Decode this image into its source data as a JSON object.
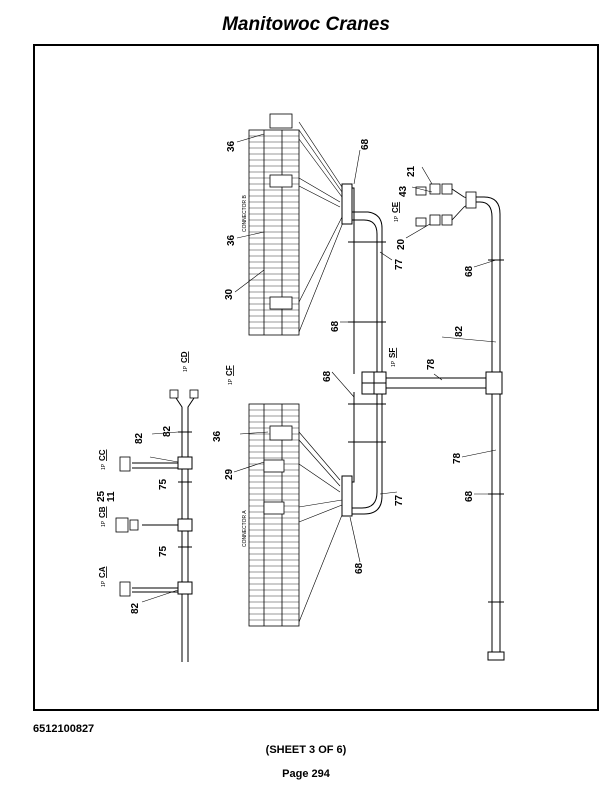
{
  "header": {
    "title": "Manitowoc Cranes"
  },
  "footer": {
    "document_number": "6512100827",
    "sheet": "(SHEET 3 OF 6)",
    "page": "Page 294"
  },
  "diagram": {
    "connectors": {
      "b": "CONNECTOR B",
      "a": "CONNECTOR A"
    },
    "tags": {
      "ca": {
        "prefix": "1P",
        "id": "CA"
      },
      "cb": {
        "prefix": "1P",
        "id": "CB"
      },
      "cc": {
        "prefix": "1P",
        "id": "CC"
      },
      "cd": {
        "prefix": "1P",
        "id": "CD"
      },
      "cf": {
        "prefix": "1P",
        "id": "CF"
      },
      "ce": {
        "prefix": "1P",
        "id": "CE"
      },
      "sf": {
        "prefix": "1P",
        "id": "SF"
      }
    },
    "callouts": {
      "c36_top": "36",
      "c36_mid": "36",
      "c36_low": "36",
      "c30": "30",
      "c29": "29",
      "c68_top": "68",
      "c68_mid": "68",
      "c68_center": "68",
      "c68_bottom": "68",
      "c68_right": "68",
      "c68_right_low": "68",
      "c21": "21",
      "c43": "43",
      "c20": "20",
      "c77_top": "77",
      "c77_bottom": "77",
      "c82_right": "82",
      "c78_top": "78",
      "c78_bottom": "78",
      "c82_cc_a": "82",
      "c82_cc_b": "82",
      "c25": "25",
      "c11": "11",
      "c75_top": "75",
      "c75_bottom": "75",
      "c82_ca": "82"
    }
  }
}
